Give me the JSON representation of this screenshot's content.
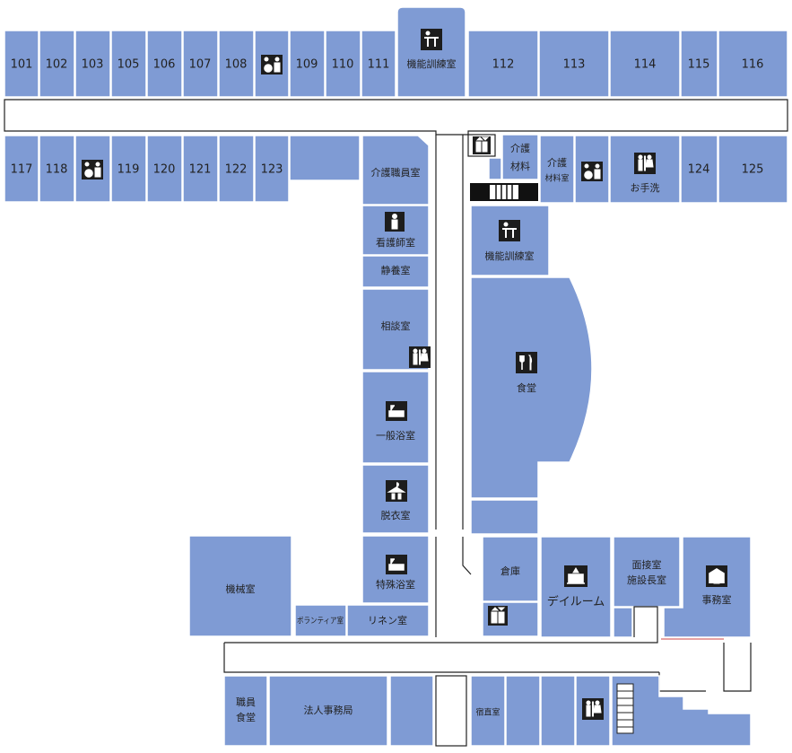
{
  "rooms": {
    "r101": "101",
    "r102": "102",
    "r103": "103",
    "r105": "105",
    "r106": "106",
    "r107": "107",
    "r108": "108",
    "r109": "109",
    "r110": "110",
    "r111": "111",
    "r112": "112",
    "r113": "113",
    "r114": "114",
    "r115": "115",
    "r116": "116",
    "r117": "117",
    "r118": "118",
    "r119": "119",
    "r120": "120",
    "r121": "121",
    "r122": "122",
    "r123": "123",
    "r124": "124",
    "r125": "125"
  },
  "labels": {
    "rehab_top": "機能訓練室",
    "care_staff": "介護職員室",
    "nurse": "看護師室",
    "rest": "静養室",
    "consult": "相談室",
    "bath_general": "一般浴室",
    "dressing": "脱衣室",
    "bath_special": "特殊浴室",
    "machine": "機械室",
    "volunteer": "ボランティア室",
    "linen": "リネン室",
    "care_material_1": "介護",
    "care_material_2": "材料",
    "care_material_room_1": "介護",
    "care_material_room_2": "材料室",
    "washroom": "お手洗",
    "rehab_mid": "機能訓練室",
    "dining": "食堂",
    "storage": "倉庫",
    "dayroom": "デイルーム",
    "interview_1": "面接室",
    "interview_2": "施設長室",
    "office": "事務室",
    "staff_dining_1": "職員",
    "staff_dining_2": "食堂",
    "corp_office": "法人事務局",
    "duty_room": "宿直室"
  },
  "icons": [
    "accessible-toilet-icon",
    "rehab-icon",
    "toilet-icon",
    "elevator-icon",
    "nurse-icon",
    "bath-icon",
    "dressing-icon",
    "dining-icon",
    "dayroom-icon",
    "office-icon",
    "stairs-icon"
  ],
  "colors": {
    "room": "#7f9bd4",
    "corridor": "#ffffff",
    "icon": "#1d1d1d"
  }
}
